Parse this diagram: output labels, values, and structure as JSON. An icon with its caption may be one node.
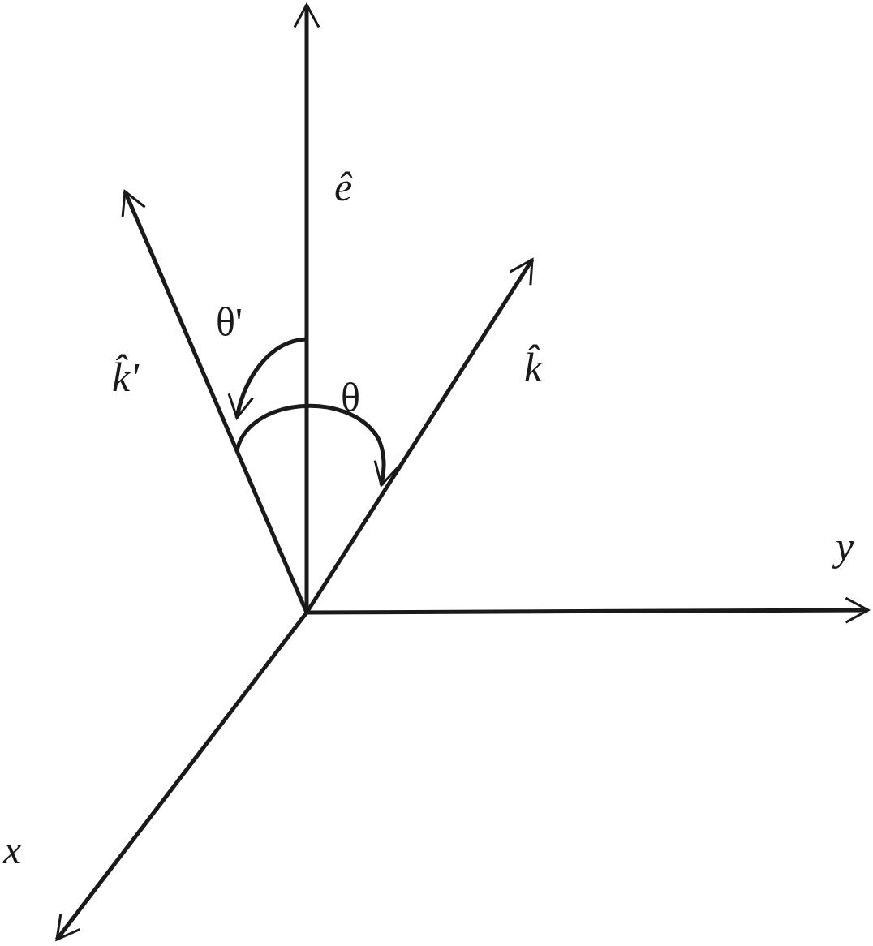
{
  "diagram": {
    "labels": [
      "ê",
      "θ'",
      "k̂",
      "k̂'",
      "θ",
      "y",
      "x"
    ]
  }
}
